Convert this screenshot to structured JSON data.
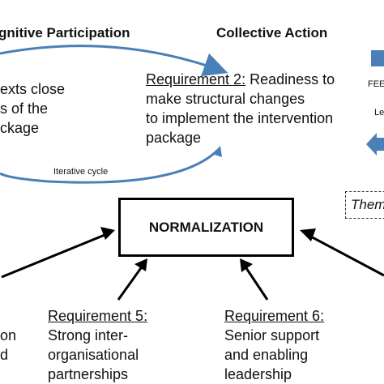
{
  "headers": {
    "left": "gnitive Participation",
    "right": "Collective Action"
  },
  "left_requirement": {
    "lines": [
      "exts close",
      "s of the",
      "ckage"
    ]
  },
  "cycle": {
    "label": "Iterative cycle"
  },
  "requirement2": {
    "title": "Requirement 2:",
    "line1_rest": " Readiness to",
    "lines": [
      "make structural changes",
      "to implement the intervention",
      "package"
    ]
  },
  "right_edge": {
    "fee": "FEE",
    "le": "Le"
  },
  "theme": {
    "label": "Them"
  },
  "normalization": {
    "label": "NORMALIZATION"
  },
  "requirement5": {
    "title": "Requirement 5:",
    "lines": [
      "Strong inter-",
      "organisational",
      "partnerships"
    ]
  },
  "requirement6": {
    "title": "Requirement 6:",
    "lines": [
      "Senior support",
      "and enabling",
      "leadership"
    ]
  },
  "bottom_left_fragments": {
    "lines": [
      "on",
      "d"
    ]
  },
  "colors": {
    "cycle_blue": "#4a7fb8",
    "arrow_black": "#000000",
    "text": "#111111"
  }
}
